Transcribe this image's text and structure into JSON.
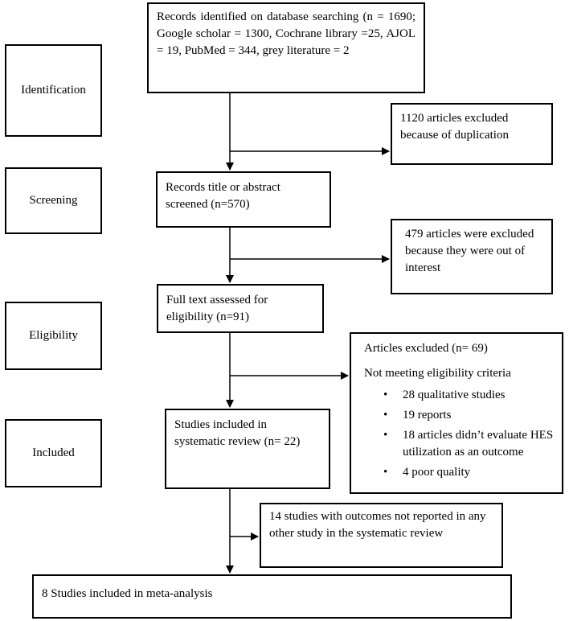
{
  "stages": {
    "identification": "Identification",
    "screening": "Screening",
    "eligibility": "Eligibility",
    "included": "Included"
  },
  "boxes": {
    "records_identified": "Records identified on database searching (n = 1690; Google scholar = 1300, Cochrane library =25, AJOL = 19, PubMed = 344, grey literature = 2",
    "excluded_duplicates": "1120 articles excluded because of duplication",
    "screened": "Records title or abstract screened (n=570)",
    "excluded_interest": "479 articles were excluded because they were out of interest",
    "full_text": "Full text assessed for eligibility (n=91)",
    "excluded_eligibility": {
      "title": "Articles excluded (n= 69)",
      "subtitle": "Not meeting eligibility criteria",
      "items": [
        "28 qualitative studies",
        "19 reports",
        "18 articles didn’t evaluate HES utilization as an outcome",
        "4 poor quality"
      ]
    },
    "systematic_review": "Studies included in systematic review (n= 22)",
    "not_reported": "14 studies with outcomes not reported in any other study in the systematic review",
    "meta_analysis": "8 Studies included in meta-analysis"
  }
}
